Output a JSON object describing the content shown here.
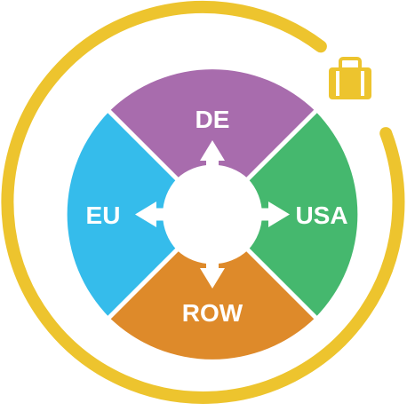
{
  "segments": [
    {
      "id": "de",
      "label": "DE",
      "color": "#A86CAD"
    },
    {
      "id": "usa",
      "label": "USA",
      "color": "#45B86E"
    },
    {
      "id": "row",
      "label": "ROW",
      "color": "#DE8A2A"
    },
    {
      "id": "eu",
      "label": "EU",
      "color": "#35BCEB"
    }
  ],
  "ring_color": "#EDC42E",
  "icon": {
    "name": "suitcase-icon",
    "color": "#EDC42E"
  }
}
